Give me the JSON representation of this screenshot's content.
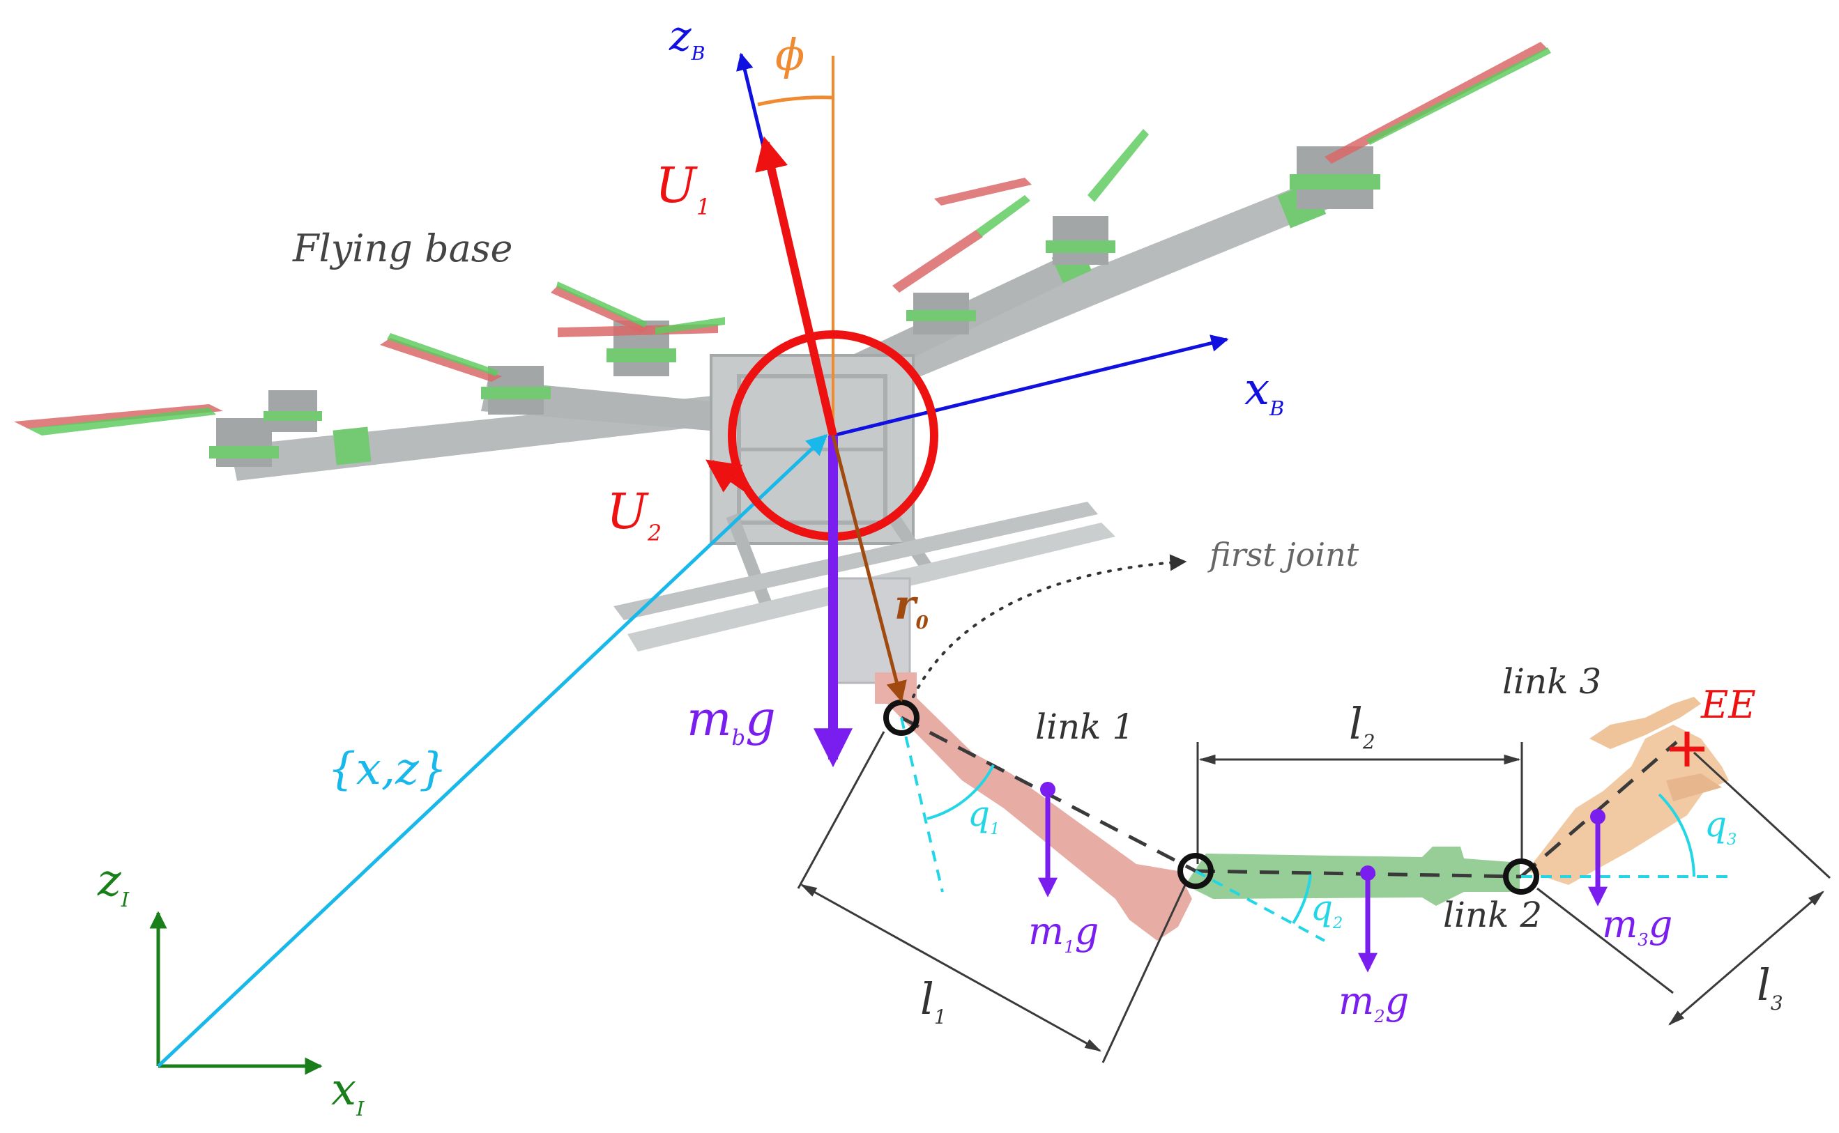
{
  "labels": {
    "flying_base": "Flying base",
    "first_joint": "first joint",
    "link1": "link 1",
    "link2": "link 2",
    "link3": "link 3",
    "ee": "EE",
    "position": "{x,z}",
    "phi": "ϕ",
    "zB": {
      "main": "z",
      "sub": "B"
    },
    "xB": {
      "main": "x",
      "sub": "B"
    },
    "zI": {
      "main": "z",
      "sub": "I"
    },
    "xI": {
      "main": "x",
      "sub": "I"
    },
    "U1": {
      "main": "U",
      "sub": "1"
    },
    "U2": {
      "main": "U",
      "sub": "2"
    },
    "r0": {
      "main": "r",
      "sub": "0"
    },
    "mbg": {
      "main": "m",
      "sub": "b",
      "tail": "g"
    },
    "m1g": {
      "main": "m",
      "sub": "1",
      "tail": "g"
    },
    "m2g": {
      "main": "m",
      "sub": "2",
      "tail": "g"
    },
    "m3g": {
      "main": "m",
      "sub": "3",
      "tail": "g"
    },
    "l1": {
      "main": "l",
      "sub": "1"
    },
    "l2": {
      "main": "l",
      "sub": "2"
    },
    "l3": {
      "main": "l",
      "sub": "3"
    },
    "q1": {
      "main": "q",
      "sub": "1"
    },
    "q2": {
      "main": "q",
      "sub": "2"
    },
    "q3": {
      "main": "q",
      "sub": "3"
    }
  },
  "colors": {
    "inertial_frame": "#1a7f1a",
    "body_frame": "#1010e0",
    "thrust": "#ee1111",
    "gravity": "#7a1ef0",
    "position_vector": "#18b8ea",
    "r0_vector": "#a04a10",
    "angle_phi": "#f08a30",
    "joint_angle": "#22d6e6",
    "drone_gray": "#b8bcbc",
    "prop_green": "#58c858",
    "prop_red": "#d86060",
    "link1": "#e4a49a",
    "link2": "#8cc88c",
    "link3": "#f0c49a",
    "dimension": "#3a3a3a"
  }
}
